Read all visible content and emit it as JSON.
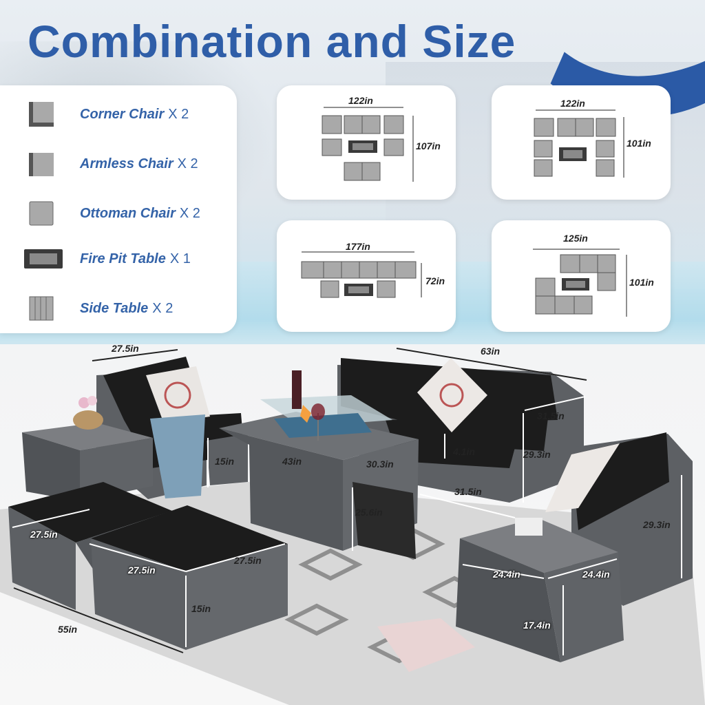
{
  "title": "Combination and Size",
  "colors": {
    "accent": "#2f5ea8",
    "seat": "#a9a9a9",
    "frame": "#5a5a5a",
    "wicker": "#6b6e72",
    "cushion": "#1c1c1c"
  },
  "legend": [
    {
      "icon": "corner-chair-icon",
      "name": "Corner Chair",
      "qty": "X 2"
    },
    {
      "icon": "armless-chair-icon",
      "name": "Armless Chair",
      "qty": "X 2"
    },
    {
      "icon": "ottoman-chair-icon",
      "name": "Ottoman Chair",
      "qty": "X 2"
    },
    {
      "icon": "fire-pit-table-icon",
      "name": "Fire Pit Table",
      "qty": "X 1"
    },
    {
      "icon": "side-table-icon",
      "name": "Side Table",
      "qty": "X 2"
    }
  ],
  "layouts": [
    {
      "width": "122in",
      "depth": "107in"
    },
    {
      "width": "122in",
      "depth": "101in"
    },
    {
      "width": "177in",
      "depth": "72in"
    },
    {
      "width": "125in",
      "depth": "101in"
    }
  ],
  "dimensions": {
    "chair_width": "27.5in",
    "sofa_width": "63in",
    "chair_back_height": "31.5in",
    "chair_seat_depth": "31.5in",
    "chair_height": "29.3in",
    "cushion_thickness": "4.1in",
    "seat_height": "15in",
    "table_width": "43in",
    "table_depth": "30.3in",
    "table_height": "25.6in",
    "ottoman_width": "27.5in",
    "ottoman_depth": "27.5in",
    "ottoman_depth_2": "27.5in",
    "ottoman_width_2": "27.5in",
    "ottoman_height": "15in",
    "ottoman_total": "55in",
    "side_width": "24.4in",
    "side_depth": "24.4in",
    "side_height": "17.4in",
    "right_chair_height": "29.3in"
  }
}
